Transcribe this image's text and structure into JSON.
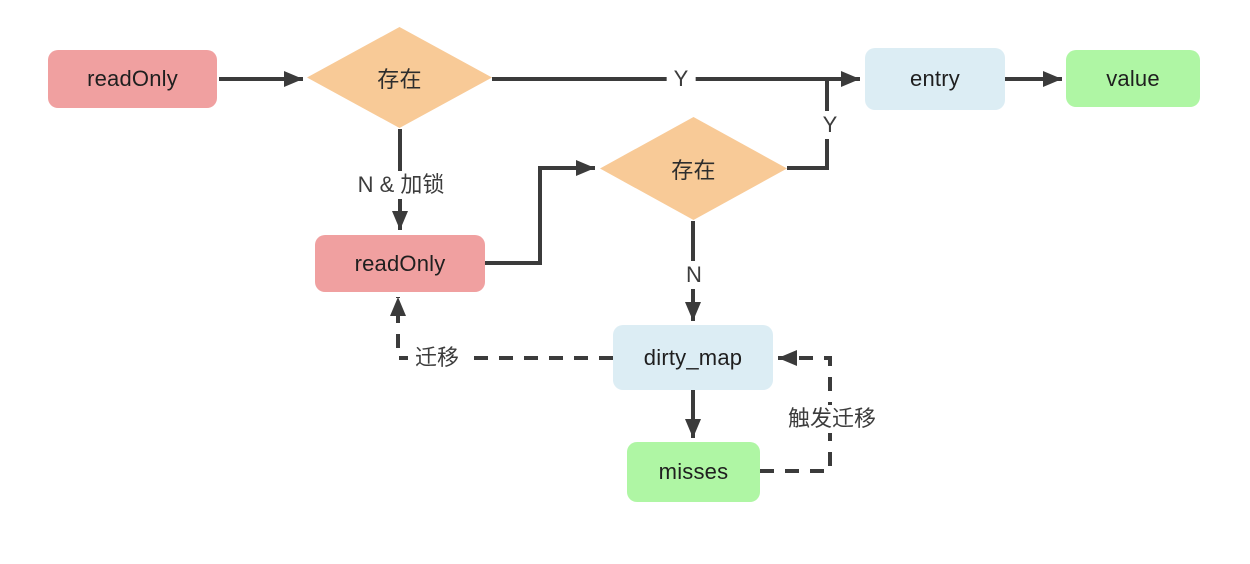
{
  "diagram": {
    "nodes": {
      "readonly1": {
        "label": "readOnly",
        "shape": "rect",
        "color": "#f0a0a0"
      },
      "exists1": {
        "label": "存在",
        "shape": "diamond",
        "color": "#f8ca97"
      },
      "entry": {
        "label": "entry",
        "shape": "rect",
        "color": "#dcedf4"
      },
      "value": {
        "label": "value",
        "shape": "rect",
        "color": "#aff6a4"
      },
      "readonly2": {
        "label": "readOnly",
        "shape": "rect",
        "color": "#f0a0a0"
      },
      "exists2": {
        "label": "存在",
        "shape": "diamond",
        "color": "#f8ca97"
      },
      "dirty_map": {
        "label": "dirty_map",
        "shape": "rect",
        "color": "#dcedf4"
      },
      "misses": {
        "label": "misses",
        "shape": "rect",
        "color": "#aff6a4"
      }
    },
    "edge_labels": {
      "y1": "Y",
      "y2": "Y",
      "n_lock": "N & 加锁",
      "n": "N",
      "migrate": "迁移",
      "trigger_migrate": "触发迁移"
    },
    "edges": [
      {
        "from": "readonly1",
        "to": "exists1",
        "label": "",
        "style": "solid"
      },
      {
        "from": "exists1",
        "to": "entry",
        "label": "Y",
        "style": "solid"
      },
      {
        "from": "entry",
        "to": "value",
        "label": "",
        "style": "solid"
      },
      {
        "from": "exists1",
        "to": "readonly2",
        "label": "N & 加锁",
        "style": "solid"
      },
      {
        "from": "readonly2",
        "to": "exists2",
        "label": "",
        "style": "solid"
      },
      {
        "from": "exists2",
        "to": "entry",
        "label": "Y",
        "style": "solid"
      },
      {
        "from": "exists2",
        "to": "dirty_map",
        "label": "N",
        "style": "solid"
      },
      {
        "from": "dirty_map",
        "to": "misses",
        "label": "",
        "style": "solid"
      },
      {
        "from": "dirty_map",
        "to": "readonly2",
        "label": "迁移",
        "style": "dashed"
      },
      {
        "from": "misses",
        "to": "dirty_map",
        "label": "触发迁移",
        "style": "dashed"
      }
    ],
    "colors": {
      "line": "#3b3b3b",
      "node_red": "#f0a0a0",
      "node_orange": "#f8ca97",
      "node_blue": "#dcedf4",
      "node_green": "#aff6a4",
      "background": "#ffffff"
    }
  }
}
